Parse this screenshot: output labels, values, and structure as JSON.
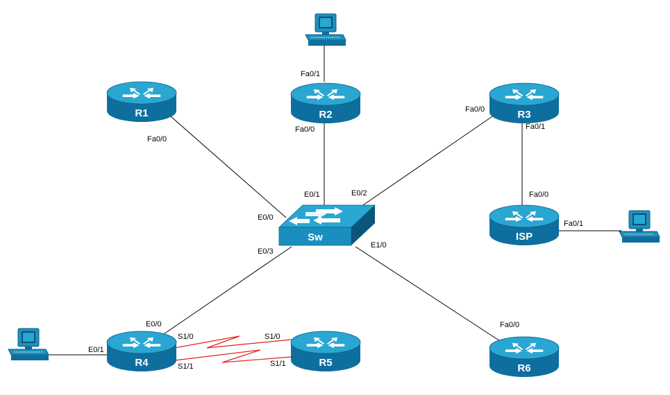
{
  "colors": {
    "device_fill": "#1a8fbf",
    "device_top": "#2aa6d2",
    "device_dark": "#0c5f86",
    "arrow": "#ffffff",
    "ethernet_link": "#000000",
    "serial_link": "#e0201a",
    "pc_body": "#1f8fbf",
    "pc_screen": "#c7e8f5"
  },
  "devices": {
    "r1": {
      "label": "R1",
      "icon": "router-icon"
    },
    "r2": {
      "label": "R2",
      "icon": "router-icon"
    },
    "r3": {
      "label": "R3",
      "icon": "router-icon"
    },
    "r4": {
      "label": "R4",
      "icon": "router-icon"
    },
    "r5": {
      "label": "R5",
      "icon": "router-icon"
    },
    "r6": {
      "label": "R6",
      "icon": "router-icon"
    },
    "isp": {
      "label": "ISP",
      "icon": "router-icon"
    },
    "sw": {
      "label": "Sw",
      "icon": "switch-icon"
    }
  },
  "pcs": {
    "pc_r2": {
      "icon": "workstation-icon"
    },
    "pc_isp": {
      "icon": "workstation-icon"
    },
    "pc_r4": {
      "icon": "workstation-icon"
    }
  },
  "ports": {
    "r1_fa00": "Fa0/0",
    "r2_fa01": "Fa0/1",
    "r2_fa00": "Fa0/0",
    "r3_fa00": "Fa0/0",
    "r3_fa01": "Fa0/1",
    "isp_fa00": "Fa0/0",
    "isp_fa01": "Fa0/1",
    "sw_e00": "E0/0",
    "sw_e01": "E0/1",
    "sw_e02": "E0/2",
    "sw_e03": "E0/3",
    "sw_e10": "E1/0",
    "r4_e00": "E0/0",
    "r4_e01": "E0/1",
    "r4_s10": "S1/0",
    "r4_s11": "S1/1",
    "r5_s10": "S1/0",
    "r5_s11": "S1/1",
    "r6_fa00": "Fa0/0"
  }
}
